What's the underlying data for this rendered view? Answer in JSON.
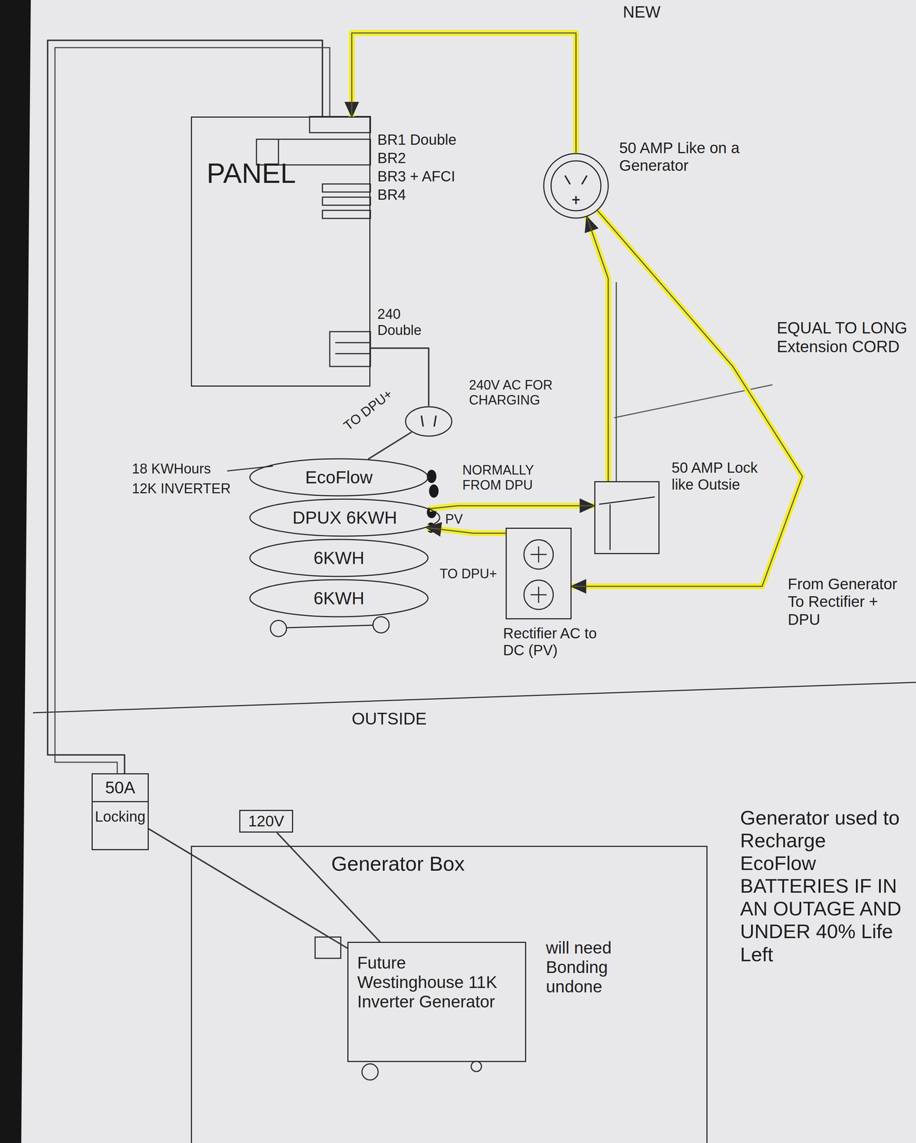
{
  "diagram": {
    "nodes": [
      {
        "text": [
          "PANEL"
        ]
      },
      {
        "text": [
          "50 AMP Like on a Generator"
        ]
      },
      {
        "text": [
          "240V AC FOR CHARGING"
        ]
      },
      {
        "text": [
          "EcoFlow"
        ]
      },
      {
        "text": [
          "DPUX 6KWH"
        ]
      },
      {
        "text": [
          "6KWH"
        ]
      },
      {
        "text": [
          "6KWH"
        ]
      },
      {
        "text": [
          "50 AMP Lock like Outsie"
        ]
      },
      {
        "text": [
          "Rectifier AC to DC (PV)"
        ]
      },
      {
        "text": [
          "50A",
          "Locking"
        ]
      },
      {
        "text": [
          "120V"
        ]
      },
      {
        "text": [
          "Generator Box"
        ]
      },
      {
        "text": [
          "Future Westinghouse 11K Inverter Generator"
        ],
        "in": 11
      }
    ],
    "edges": [
      {
        "from": 1,
        "to": 0,
        "arrow": "to"
      },
      {
        "from": 7,
        "to": 1,
        "arrow": "to"
      },
      {
        "from": 1,
        "to": 8,
        "arrow": "to"
      },
      {
        "from": 4,
        "to": 7,
        "arrow": "to",
        "label": "NORMALLY FROM DPU"
      },
      {
        "from": 8,
        "to": 4,
        "arrow": "to"
      },
      {
        "from": 0,
        "to": 2,
        "arrow": "none"
      },
      {
        "from": 2,
        "to": 3,
        "arrow": "none"
      },
      {
        "from": 9,
        "to": 0,
        "arrow": "none"
      },
      {
        "from": 9,
        "to": 12,
        "arrow": "none"
      },
      {
        "from": 10,
        "to": 12,
        "arrow": "none"
      }
    ],
    "labels": [
      "NEW",
      "BR1 Double",
      "BR2",
      "BR3 + AFCI",
      "BR4",
      "240 Double",
      "EQUAL TO LONG Extension CORD",
      "TO DPU+",
      "18 KWHours",
      "12K INVERTER",
      "PV",
      "TO DPU+",
      "From Generator To Rectifier + DPU",
      "OUTSIDE",
      "will need Bonding undone",
      "Generator used to Recharge EcoFlow BATTERIES IF IN AN OUTAGE AND UNDER 40% Life Left"
    ]
  }
}
